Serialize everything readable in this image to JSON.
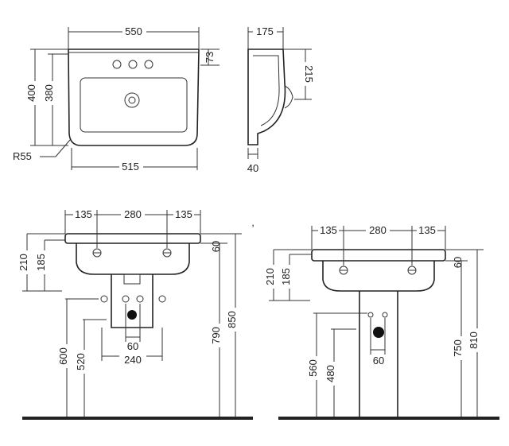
{
  "top_view": {
    "width_overall": "550",
    "width_inner": "515",
    "height_overall": "400",
    "height_inner": "380",
    "corner_radius": "R55",
    "rim_height": "73"
  },
  "side_view": {
    "depth_top": "175",
    "bowl_depth": "215",
    "wall_offset": "40"
  },
  "front_view_left": {
    "spacing_left": "135",
    "spacing_center": "280",
    "spacing_right": "135",
    "height_210": "210",
    "height_185": "185",
    "rim_60": "60",
    "height_600": "600",
    "height_520": "520",
    "height_790": "790",
    "height_850": "850",
    "pipe_spacing": "60",
    "bracket_width": "240"
  },
  "front_view_right": {
    "spacing_left": "135",
    "spacing_center": "280",
    "spacing_right": "135",
    "height_210": "210",
    "height_185": "185",
    "rim_60": "60",
    "height_560": "560",
    "height_480": "480",
    "height_750": "750",
    "height_810": "810",
    "pipe_spacing": "60"
  }
}
